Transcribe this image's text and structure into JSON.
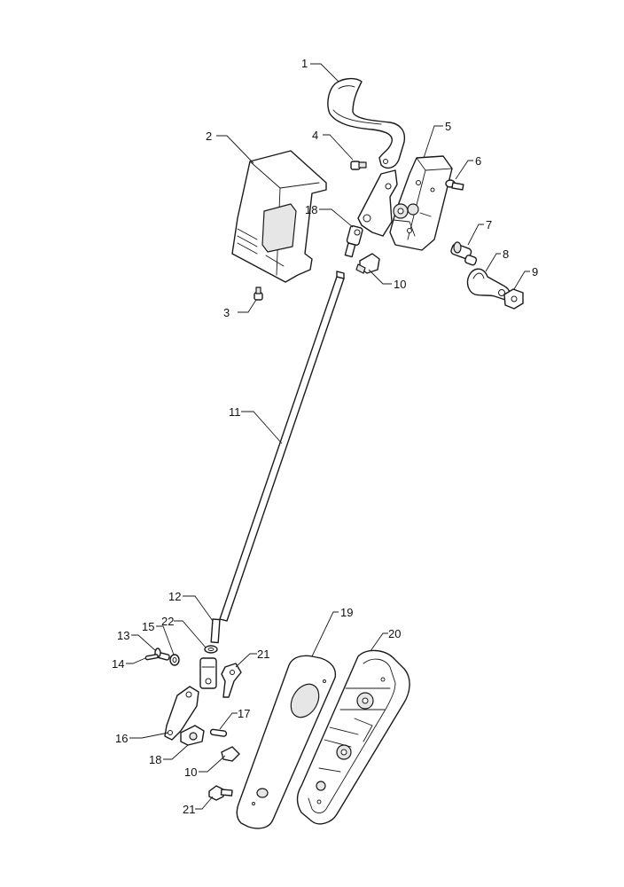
{
  "callouts": [
    {
      "id": "c1",
      "label": "1"
    },
    {
      "id": "c2",
      "label": "2"
    },
    {
      "id": "c3",
      "label": "3"
    },
    {
      "id": "c4",
      "label": "4"
    },
    {
      "id": "c5",
      "label": "5"
    },
    {
      "id": "c6",
      "label": "6"
    },
    {
      "id": "c7",
      "label": "7"
    },
    {
      "id": "c8",
      "label": "8"
    },
    {
      "id": "c9",
      "label": "9"
    },
    {
      "id": "c10a",
      "label": "10"
    },
    {
      "id": "c11",
      "label": "11"
    },
    {
      "id": "c12",
      "label": "12"
    },
    {
      "id": "c13",
      "label": "13"
    },
    {
      "id": "c14",
      "label": "14"
    },
    {
      "id": "c15",
      "label": "15"
    },
    {
      "id": "c16",
      "label": "16"
    },
    {
      "id": "c17",
      "label": "17"
    },
    {
      "id": "c18a",
      "label": "18"
    },
    {
      "id": "c18b",
      "label": "18"
    },
    {
      "id": "c19",
      "label": "19"
    },
    {
      "id": "c20",
      "label": "20"
    },
    {
      "id": "c21a",
      "label": "21"
    },
    {
      "id": "c21b",
      "label": "21"
    },
    {
      "id": "c22",
      "label": "22"
    },
    {
      "id": "c10b",
      "label": "10"
    }
  ]
}
